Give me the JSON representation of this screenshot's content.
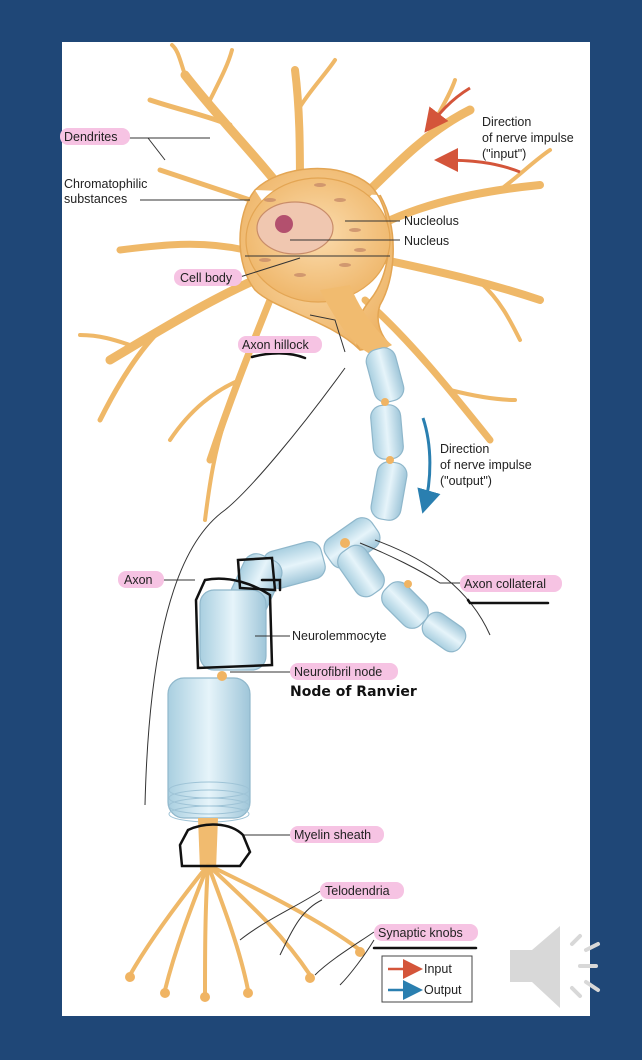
{
  "labels": {
    "dendrites": "Dendrites",
    "chromatophilic_1": "Chromatophilic",
    "chromatophilic_2": "substances",
    "nucleolus": "Nucleolus",
    "nucleus": "Nucleus",
    "cell_body": "Cell body",
    "axon_hillock": "Axon hillock",
    "direction_input_1": "Direction",
    "direction_input_2": "of nerve impulse",
    "direction_input_3": "(\"input\")",
    "direction_output_1": "Direction",
    "direction_output_2": "of nerve impulse",
    "direction_output_3": "(\"output\")",
    "axon": "Axon",
    "axon_collateral": "Axon collateral",
    "neurolemmocyte": "Neurolemmocyte",
    "neurofibril_node": "Neurofibril node",
    "myelin_sheath": "Myelin sheath",
    "telodendria": "Telodendria",
    "synaptic_knobs": "Synaptic knobs"
  },
  "annotation": {
    "node_of_ranvier": "Node of Ranvier"
  },
  "legend": {
    "input": "Input",
    "output": "Output"
  },
  "colors": {
    "background": "#1f4777",
    "neuron": "#f4c07a",
    "myelin": "#c9e3ee",
    "input_arrow": "#d4553a",
    "output_arrow": "#2a7fb0",
    "label_highlight": "#f6c3e3"
  },
  "icons": {
    "speaker": "speaker-icon"
  }
}
